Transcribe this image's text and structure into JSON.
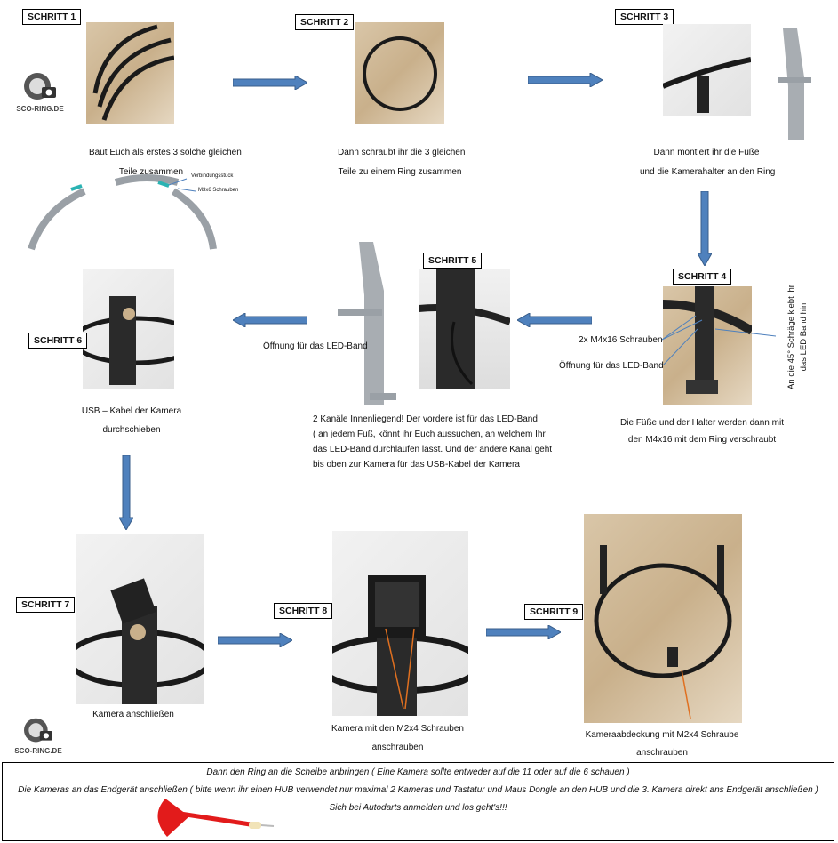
{
  "logo": {
    "text": "SCO-RING.DE"
  },
  "steps": [
    {
      "label": "SCHRITT 1",
      "caption": [
        "Baut Euch als erstes 3 solche gleichen",
        "Teile zusammen"
      ],
      "annotations": [
        "Verbindungsstück",
        "M3x6 Schrauben"
      ]
    },
    {
      "label": "SCHRITT 2",
      "caption": [
        "Dann schraubt ihr die 3 gleichen",
        "Teile zu einem Ring zusammen"
      ]
    },
    {
      "label": "SCHRITT 3",
      "caption": [
        "Dann montiert ihr die Füße",
        "und die Kamerahalter an den Ring"
      ]
    },
    {
      "label": "SCHRITT 4",
      "caption": [
        "Die Füße und der Halter werden dann mit",
        "den M4x16 mit dem Ring verschraubt"
      ],
      "annotations": [
        "2x M4x16 Schrauben",
        "Öffnung für das LED-Band"
      ],
      "side_note": [
        "An die 45° Schräge klebt ihr",
        "das LED Band hin"
      ]
    },
    {
      "label": "SCHRITT 5",
      "annotation": "Öffnung für das LED-Band",
      "caption": [
        "2 Kanäle Innenliegend! Der vordere ist für das LED-Band",
        "( an jedem Fuß, könnt ihr Euch aussuchen, an welchem Ihr",
        "das LED-Band durchlaufen lasst. Und der andere Kanal geht",
        "bis oben zur Kamera für das USB-Kabel der Kamera"
      ]
    },
    {
      "label": "SCHRITT 6",
      "caption": [
        "USB – Kabel der Kamera",
        "durchschieben"
      ]
    },
    {
      "label": "SCHRITT 7",
      "caption": [
        "Kamera anschließen"
      ]
    },
    {
      "label": "SCHRITT 8",
      "caption": [
        "Kamera mit den M2x4 Schrauben",
        "anschrauben"
      ]
    },
    {
      "label": "SCHRITT 9",
      "caption": [
        "Kameraabdeckung mit M2x4 Schraube",
        "anschrauben"
      ]
    }
  ],
  "footer": {
    "lines": [
      "Dann den Ring an die Scheibe anbringen ( Eine Kamera sollte entweder auf die 11 oder auf die 6 schauen )",
      "Die Kameras an das Endgerät anschließen ( bitte wenn ihr einen HUB verwendet nur maximal 2 Kameras und Tastatur und Maus Dongle an den HUB und die 3. Kamera direkt ans Endgerät anschließen )",
      "Sich bei Autodarts anmelden und los geht's!!!"
    ]
  },
  "colors": {
    "arrow": "#4f81bd",
    "arrow_border": "#385d8a"
  }
}
